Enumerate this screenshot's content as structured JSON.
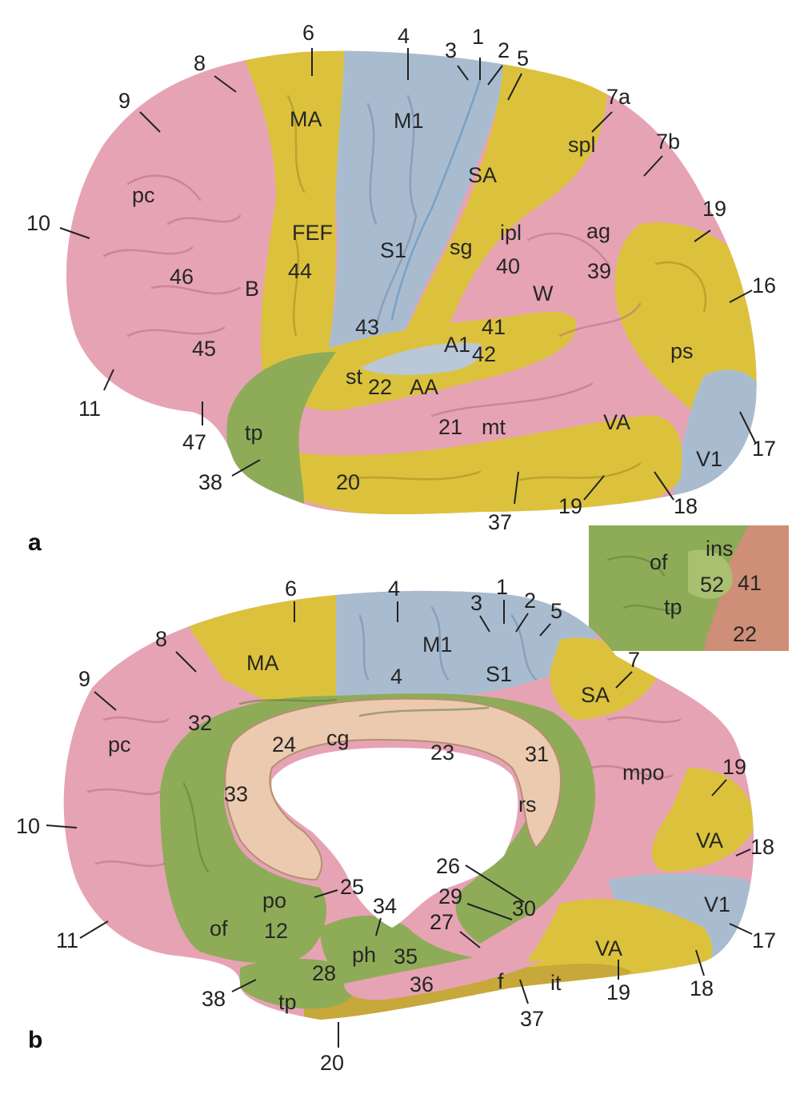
{
  "colors": {
    "pink": "#e6a3b4",
    "yellow": "#dcc23c",
    "blue": "#a9bccf",
    "green": "#8eac58",
    "callosum": "#eccab0",
    "insula_red": "#cf8e77"
  },
  "panel_labels": {
    "a": "a",
    "b": "b"
  },
  "lateral": {
    "brodmann": {
      "n6": "6",
      "n4": "4",
      "n3": "3",
      "n1": "1",
      "n2": "2",
      "n5": "5",
      "n8": "8",
      "n9": "9",
      "n7a": "7a",
      "n7b": "7b",
      "n10": "10",
      "n19a": "19",
      "n16": "16",
      "n11": "11",
      "n47": "47",
      "n38": "38",
      "n17": "17",
      "n18": "18",
      "n37": "37",
      "n19b": "19"
    },
    "inner_numbers": {
      "n46": "46",
      "n44": "44",
      "n45": "45",
      "n43": "43",
      "n40": "40",
      "n39": "39",
      "n41": "41",
      "n42": "42",
      "n22": "22",
      "n21": "21",
      "n20": "20"
    },
    "areas": {
      "MA": "MA",
      "M1": "M1",
      "SA": "SA",
      "spl": "spl",
      "pc": "pc",
      "FEF": "FEF",
      "S1": "S1",
      "sg": "sg",
      "ipl": "ipl",
      "ag": "ag",
      "B": "B",
      "W": "W",
      "A1": "A1",
      "ps": "ps",
      "st": "st",
      "AA": "AA",
      "tp": "tp",
      "mt": "mt",
      "VA": "VA",
      "V1": "V1"
    }
  },
  "insula_inset": {
    "ins": "ins",
    "of": "of",
    "n52": "52",
    "n41": "41",
    "tp": "tp",
    "n22": "22"
  },
  "medial": {
    "brodmann": {
      "n6": "6",
      "n4": "4",
      "n3": "3",
      "n1": "1",
      "n2": "2",
      "n5": "5",
      "n8": "8",
      "n7": "7",
      "n9": "9",
      "n19a": "19",
      "n10": "10",
      "n18a": "18",
      "n26": "26",
      "n25": "25",
      "n34": "34",
      "n29": "29",
      "n30": "30",
      "n27": "27",
      "n11": "11",
      "n17": "17",
      "n38": "38",
      "n18b": "18",
      "n19b": "19",
      "n37": "37",
      "n20": "20"
    },
    "inner_numbers": {
      "n4": "4",
      "n32": "32",
      "n24": "24",
      "n23": "23",
      "n31": "31",
      "n33": "33",
      "n12": "12",
      "n35": "35",
      "n28": "28",
      "n36": "36"
    },
    "areas": {
      "MA": "MA",
      "M1": "M1",
      "S1": "S1",
      "SA": "SA",
      "pc": "pc",
      "cg": "cg",
      "mpo": "mpo",
      "rs": "rs",
      "VA1": "VA",
      "po": "po",
      "of": "of",
      "ph": "ph",
      "V1": "V1",
      "VA2": "VA",
      "f": "f",
      "it": "it",
      "tp": "tp"
    }
  }
}
